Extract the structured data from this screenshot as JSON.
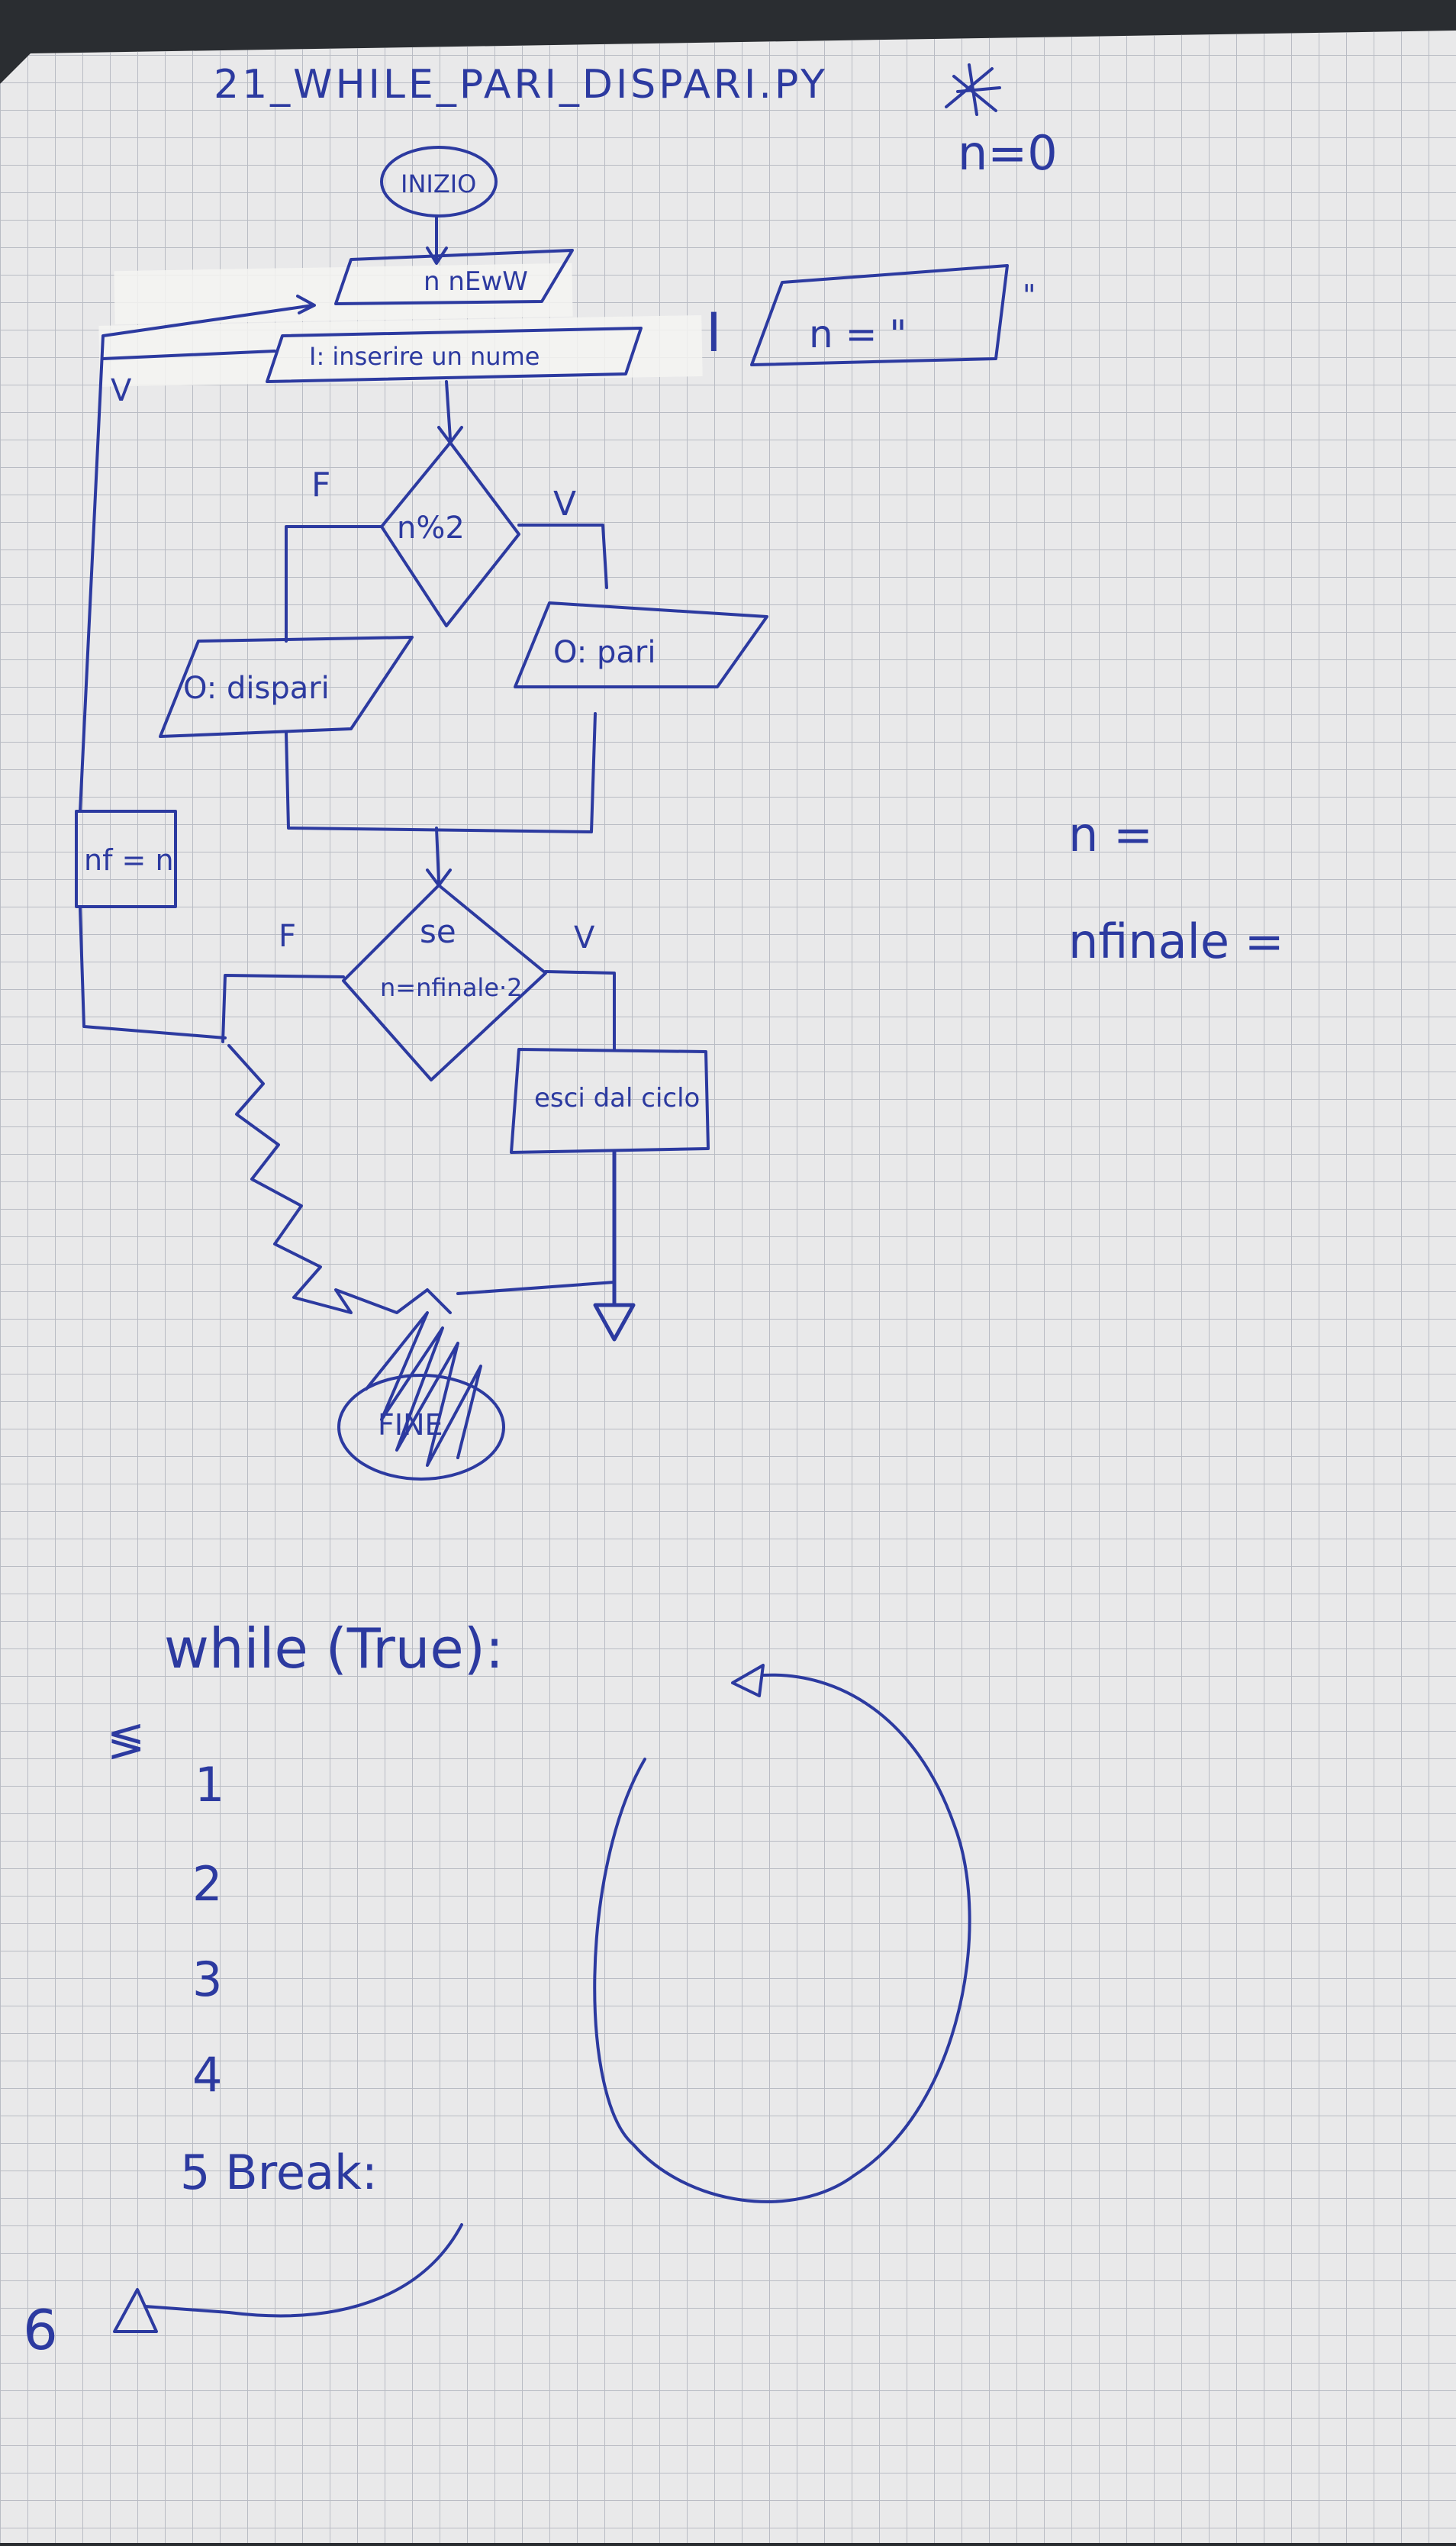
{
  "page": {
    "title": "21_WHILE_PARI_DISPARI.PY",
    "top_right_note": "n=0"
  },
  "flowchart": {
    "start_label": "INIZIO",
    "input_label": "n nEwW",
    "input_prompt_label": "I: inserire un nume",
    "side_input_prefix": "I",
    "side_input_label": "n = \"",
    "side_input_mark": "\"",
    "decision_parity_label": "n%2",
    "false_branch_label": "F",
    "true_branch_label": "V",
    "output_odd_label": "O: dispari",
    "output_even_label": "O: pari",
    "update_label": "nf = n",
    "loop_back_label": "V",
    "decision_exit_top": "se",
    "decision_exit_condition": "n=nfinale·2",
    "exit_false_label": "F",
    "exit_true_label": "V",
    "exit_loop_label": "esci dal ciclo",
    "end_label": "FINE"
  },
  "side_notes": {
    "n_line": "n =",
    "n_finale_line": "nfinale ="
  },
  "while_sketch": {
    "header": "while (True):",
    "left_mark": "≶",
    "items": [
      "1",
      "2",
      "3",
      "4",
      "5 Break:"
    ],
    "after_loop": "6"
  },
  "colors": {
    "ink": "#2c3aa0",
    "paper": "#e9e9ea",
    "grid": "#b9bcc4",
    "tape": "#f4f4f2",
    "background": "#2a2d31"
  }
}
